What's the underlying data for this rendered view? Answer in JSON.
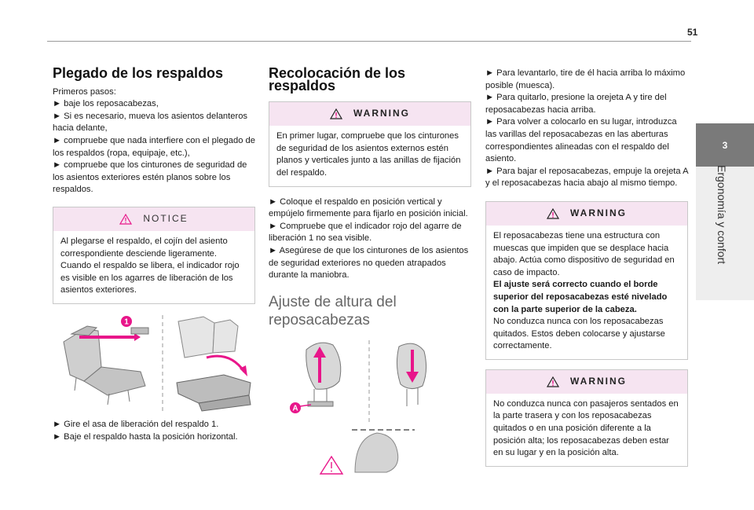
{
  "page": {
    "number": "51"
  },
  "chapter": {
    "number": "3",
    "title": "Ergonomía y confort"
  },
  "left": {
    "title": "Plegado de los respaldos",
    "intro": [
      "Primeros pasos:",
      "► baje los reposacabezas,",
      "► Si es necesario, mueva los asientos delanteros hacia delante,",
      "► compruebe que nada interfiere con el plegado de los respaldos (ropa, equipaje, etc.),",
      "► compruebe que los cinturones de seguridad de los asientos exteriores estén planos sobre los respaldos."
    ],
    "notice": {
      "heading": "NOTICE",
      "text": [
        "Al plegarse el respaldo, el cojín del asiento correspondiente desciende ligeramente.",
        "Cuando el respaldo se libera, el indicador rojo es visible en los agarres de liberación de los asientos exteriores."
      ]
    },
    "figure": {
      "callout": "1"
    },
    "steps": [
      "► Gire el asa de liberación del respaldo 1.",
      "► Baje el respaldo hasta la posición horizontal."
    ]
  },
  "middle": {
    "title": "Recolocación de los respaldos",
    "warning": {
      "heading": "WARNING",
      "text": "En primer lugar, compruebe que los cinturones de seguridad de los asientos externos estén planos y verticales junto a las anillas de fijación del respaldo."
    },
    "steps": [
      "► Coloque el respaldo en posición vertical y empújelo firmemente para fijarlo en posición inicial.",
      "► Compruebe que el indicador rojo del agarre de liberación 1 no sea visible.",
      "► Asegúrese de que los cinturones de los asientos de seguridad exteriores no queden atrapados durante la maniobra."
    ],
    "subtitle": "Ajuste de altura del reposacabezas",
    "figure": {
      "callout": "A"
    }
  },
  "right": {
    "steps": [
      "► Para levantarlo, tire de él hacia arriba lo máximo posible (muesca).",
      "► Para quitarlo, presione la orejeta  A y tire del reposacabezas hacia arriba.",
      "► Para volver a colocarlo en su lugar, introduzca las varillas del reposacabezas en las aberturas correspondientes alineadas con el respaldo del asiento.",
      "► Para bajar el reposacabezas, empuje la orejeta A y el reposacabezas hacia abajo al mismo tiempo."
    ],
    "warning1": {
      "heading": "WARNING",
      "text1": "El reposacabezas tiene una estructura con muescas que impiden que se desplace hacia abajo. Actúa como dispositivo de seguridad en caso de impacto.",
      "bold": "El ajuste será correcto cuando el borde superior del reposacabezas esté nivelado con la parte superior de la cabeza.",
      "text2": "No conduzca nunca con los reposacabezas quitados. Estos deben colocarse y ajustarse correctamente."
    },
    "warning2": {
      "heading": "WARNING",
      "text": "No conduzca nunca con pasajeros sentados en la parte trasera y con los reposacabezas quitados o en una posición diferente a la posición alta; los reposacabezas deben estar en su lugar y en la posición alta."
    }
  },
  "colors": {
    "accent": "#e8168a",
    "notice_bg": "#f6e4f1",
    "tab": "#7a7a7a"
  }
}
